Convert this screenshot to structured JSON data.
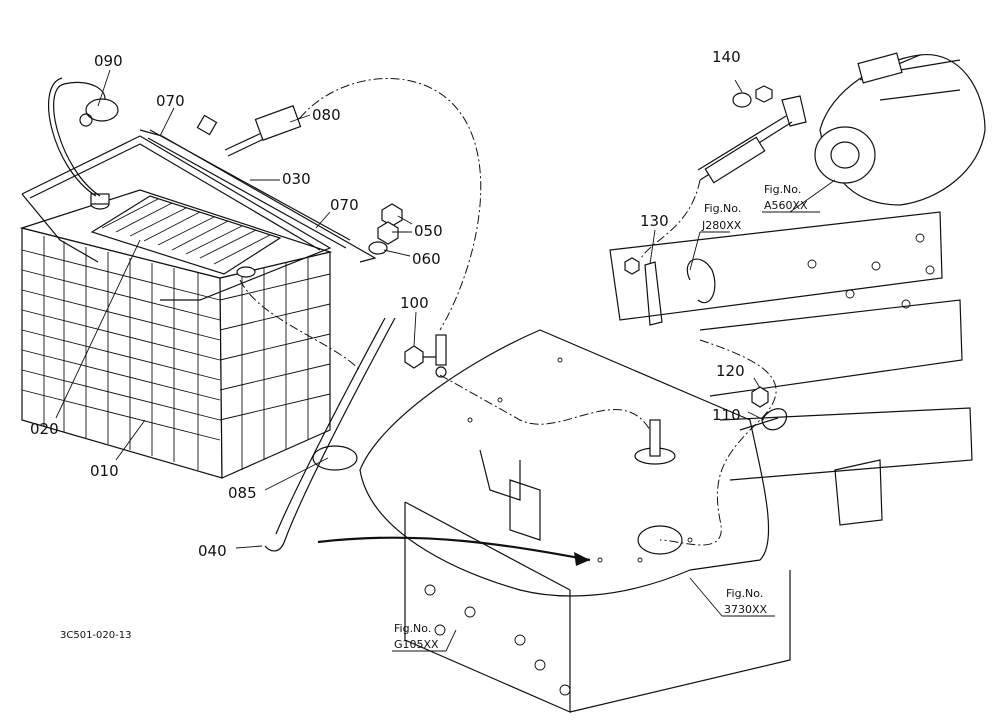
{
  "part_labels": {
    "p010": "010",
    "p020": "020",
    "p030": "030",
    "p040": "040",
    "p050": "050",
    "p060": "060",
    "p070a": "070",
    "p070b": "070",
    "p080": "080",
    "p085": "085",
    "p090": "090",
    "p100": "100",
    "p110": "110",
    "p120": "120",
    "p130": "130",
    "p140": "140"
  },
  "figure_refs": [
    {
      "prefix": "Fig.No.",
      "code": "J280XX"
    },
    {
      "prefix": "Fig.No.",
      "code": "A560XX"
    },
    {
      "prefix": "Fig.No.",
      "code": "3730XX"
    },
    {
      "prefix": "Fig.No.",
      "code": "G105XX"
    }
  ],
  "drawing_code": "3C501-020-13"
}
